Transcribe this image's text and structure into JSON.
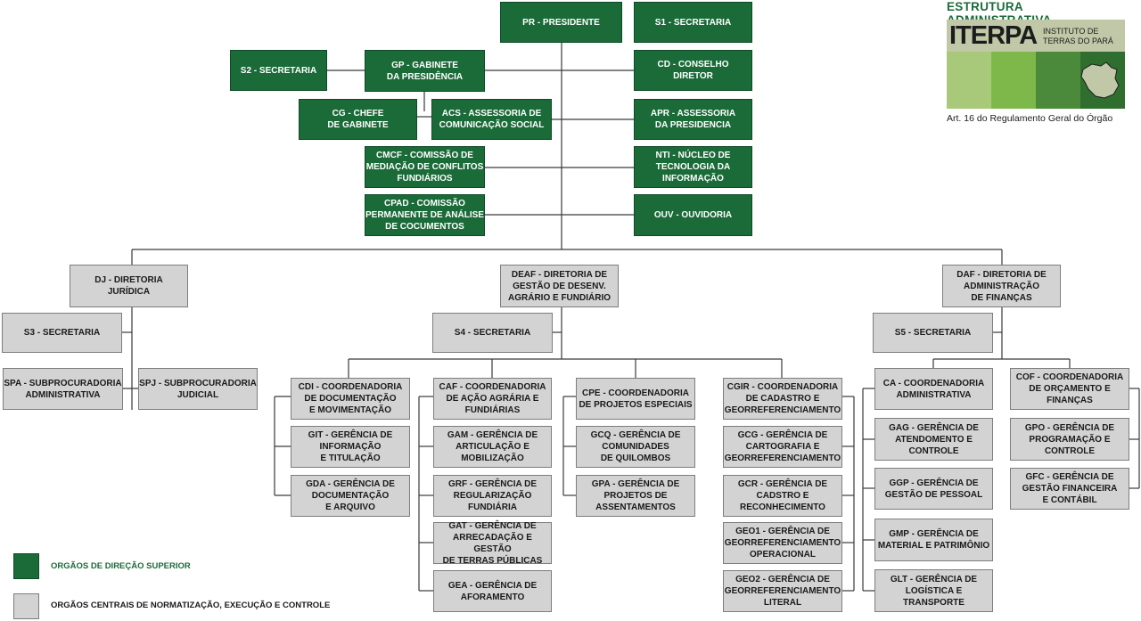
{
  "header": {
    "title": "ESTRUTURA ADMINISTRATIVA",
    "logo_word": "ITERPA",
    "logo_subtitle": "INSTITUTO DE\nTERRAS DO PARÁ",
    "note": "Art. 16 do Regulamento Geral do Órgão"
  },
  "colors": {
    "direction": "#1a6b38",
    "central": "#d3d3d3"
  },
  "boxes": {
    "pr": "PR - PRESIDENTE",
    "s1": "S1 - SECRETARIA",
    "s2": "S2 - SECRETARIA",
    "gp": "GP - GABINETE\nDA PRESIDÊNCIA",
    "cd": "CD - CONSELHO\nDIRETOR",
    "cg": "CG - CHEFE\nDE GABINETE",
    "acs": "ACS - ASSESSORIA DE\nCOMUNICAÇÃO SOCIAL",
    "apr": "APR - ASSESSORIA\nDA PRESIDENCIA",
    "cmcf": "CMCF - COMISSÃO DE\nMEDIAÇÃO DE CONFLITOS\nFUNDIÁRIOS",
    "nti": "NTI - NÚCLEO DE\nTECNOLOGIA DA\nINFORMAÇÃO",
    "cpad": "CPAD - COMISSÃO\nPERMANENTE DE ANÁLISE\nDE COCUMENTOS",
    "ouv": "OUV - OUVIDORIA",
    "dj": "DJ - DIRETORIA\nJURÍDICA",
    "deaf": "DEAF - DIRETORIA DE\nGESTÃO DE DESENV.\nAGRÁRIO E FUNDIÁRIO",
    "daf": "DAF - DIRETORIA DE\nADMINISTRAÇÃO\nDE FINANÇAS",
    "s3": "S3 - SECRETARIA",
    "s4": "S4 - SECRETARIA",
    "s5": "S5 - SECRETARIA",
    "spa": "SPA - SUBPROCURADORIA\nADMINISTRATIVA",
    "spj": "SPJ - SUBPROCURADORIA\nJUDICIAL",
    "cdi": "CDI - COORDENADORIA\nDE DOCUMENTAÇÃO\nE MOVIMENTAÇÃO",
    "git": "GIT - GERÊNCIA DE\nINFORMAÇÃO\nE TITULAÇÃO",
    "gda": "GDA - GERÊNCIA DE\nDOCUMENTAÇÃO\nE ARQUIVO",
    "caf": "CAF - COORDENADORIA\nDE AÇÃO AGRÁRIA E\nFUNDIÁRIAS",
    "gam": "GAM - GERÊNCIA DE\nARTICULAÇÃO E\nMOBILIZAÇÃO",
    "grf": "GRF - GERÊNCIA DE\nREGULARIZAÇÃO\nFUNDIÁRIA",
    "gat": "GAT - GERÊNCIA DE\nARRECADAÇÃO E GESTÃO\nDE TERRAS PÚBLICAS",
    "gea": "GEA - GERÊNCIA DE\nAFORAMENTO",
    "cpe": "CPE - COORDENADORIA\nDE PROJETOS ESPECIAIS",
    "gcq": "GCQ - GERÊNCIA DE\nCOMUNIDADES\nDE QUILOMBOS",
    "gpa": "GPA - GERÊNCIA DE\nPROJETOS  DE\nASSENTAMENTOS",
    "cgir": "CGIR - COORDENADORIA\nDE CADASTRO E\nGEORREFERENCIAMENTO",
    "gcg": "GCG - GERÊNCIA DE\nCARTOGRAFIA E\nGEORREFERENCIAMENTO",
    "gcr": "GCR - GERÊNCIA DE\nCADSTRO E\nRECONHECIMENTO",
    "geo1": "GEO1 - GERÊNCIA DE\nGEORREFERENCIAMENTO\nOPERACIONAL",
    "geo2": "GEO2 - GERÊNCIA DE\nGEORREFERENCIAMENTO\nLITERAL",
    "ca": "CA - COORDENADORIA\nADMINISTRATIVA",
    "gag": "GAG - GERÊNCIA DE\nATENDOMENTO E\nCONTROLE",
    "ggp": "GGP - GERÊNCIA DE\nGESTÃO DE PESSOAL",
    "gmp": "GMP - GERÊNCIA DE\nMATERIAL E PATRIMÔNIO",
    "glt": "GLT - GERÊNCIA DE\nLOGÍSTICA E TRANSPORTE",
    "cof": "COF - COORDENADORIA\nDE ORÇAMENTO E\nFINANÇAS",
    "gpo": "GPO - GERÊNCIA DE\nPROGRAMAÇÃO E\nCONTROLE",
    "gfc": "GFC - GERÊNCIA DE\nGESTÃO FINANCEIRA\nE CONTÁBIL"
  },
  "legend": {
    "direction": "ORGÃOS DE DIREÇÃO SUPERIOR",
    "central": "ORGÃOS CENTRAIS DE NORMATIZAÇÃO, EXECUÇÃO E CONTROLE"
  }
}
